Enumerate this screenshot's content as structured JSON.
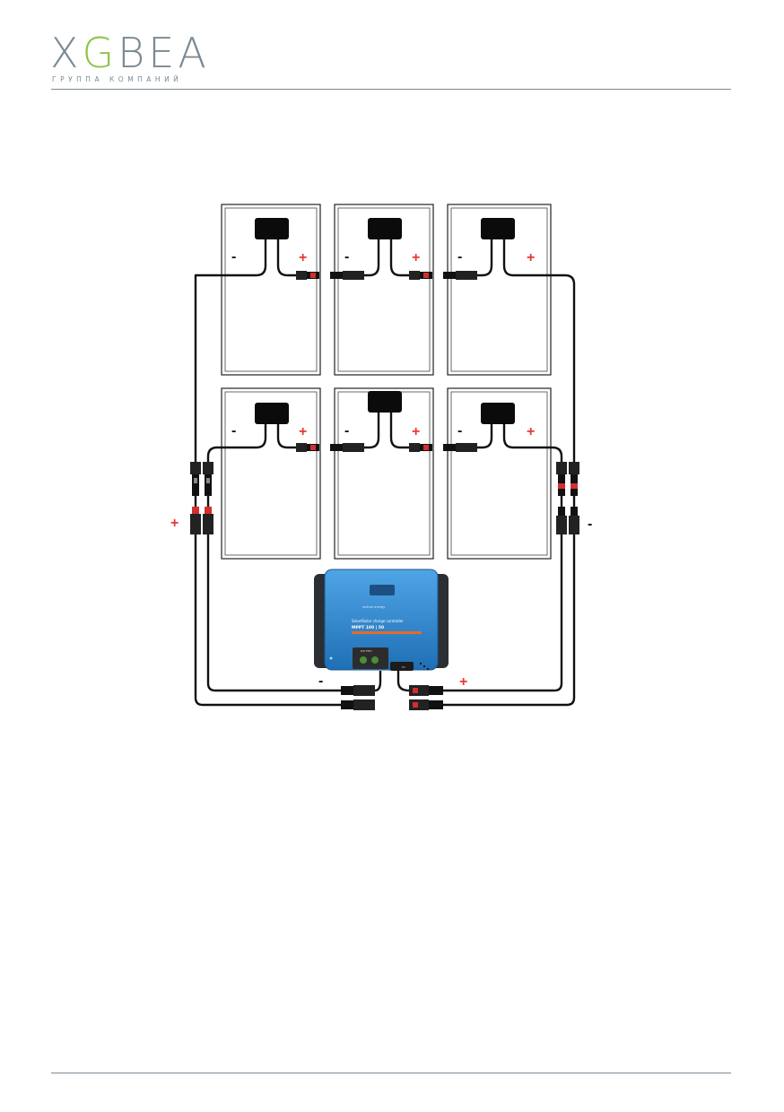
{
  "logo": {
    "wordmark_pre": "X",
    "wordmark_accent": "G",
    "wordmark_post": "BEA",
    "subtitle": "ГРУППА КОМПАНИЙ"
  },
  "colors": {
    "rule": "#7b8a95",
    "logo_grey": "#7a8a92",
    "logo_green": "#8fc34a",
    "plus_sign": "#e53935",
    "controller_blue": "#2f86cf",
    "cable": "#111111"
  },
  "diagram": {
    "panel_minus": "-",
    "panel_plus": "+",
    "left_bus_sign": "+",
    "right_bus_sign": "-",
    "bottom_minus": "-",
    "bottom_plus": "+",
    "controller": {
      "brand": "victron energy",
      "line1": "SmartSolar charge controller",
      "line2": "MPPT 100 | 50",
      "pv_label": "PV",
      "battery_label": "BATTERY"
    }
  }
}
